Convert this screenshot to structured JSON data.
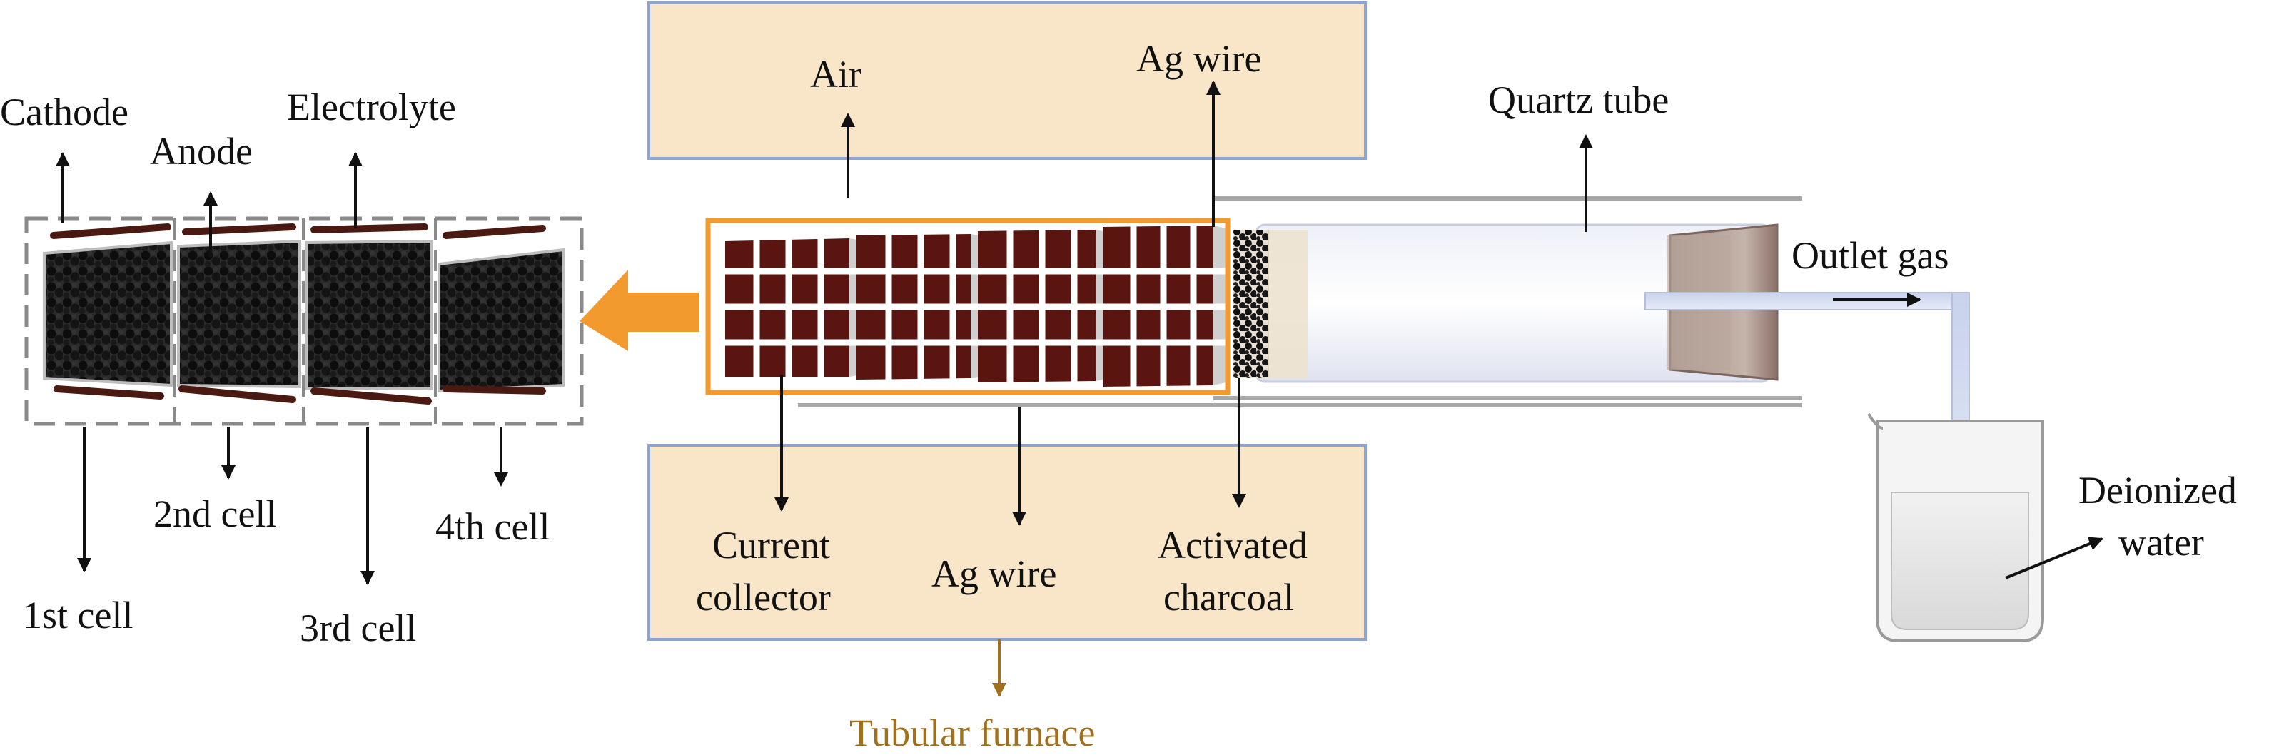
{
  "labels": {
    "cathode": "Cathode",
    "anode": "Anode",
    "electrolyte": "Electrolyte",
    "cell1": "1st cell",
    "cell2": "2nd cell",
    "cell3": "3rd cell",
    "cell4": "4th cell",
    "air": "Air",
    "ag_wire_top": "Ag wire",
    "ag_wire_bottom": "Ag wire",
    "current_collector_1": "Current",
    "current_collector_2": "collector",
    "activated_charcoal_1": "Activated",
    "activated_charcoal_2": "charcoal",
    "quartz_tube": "Quartz tube",
    "outlet_gas": "Outlet gas",
    "deionized_water_1": "Deionized",
    "deionized_water_2": "water",
    "tubular_furnace": "Tubular furnace"
  },
  "colors": {
    "furnace_fill": "#f9e6c9",
    "furnace_border": "#8ea3cf",
    "highlight": "#f29a2e",
    "cell_brown": "#5a1510",
    "furnace_label": "#a0701e",
    "dashed_border": "#8a8a8a"
  }
}
